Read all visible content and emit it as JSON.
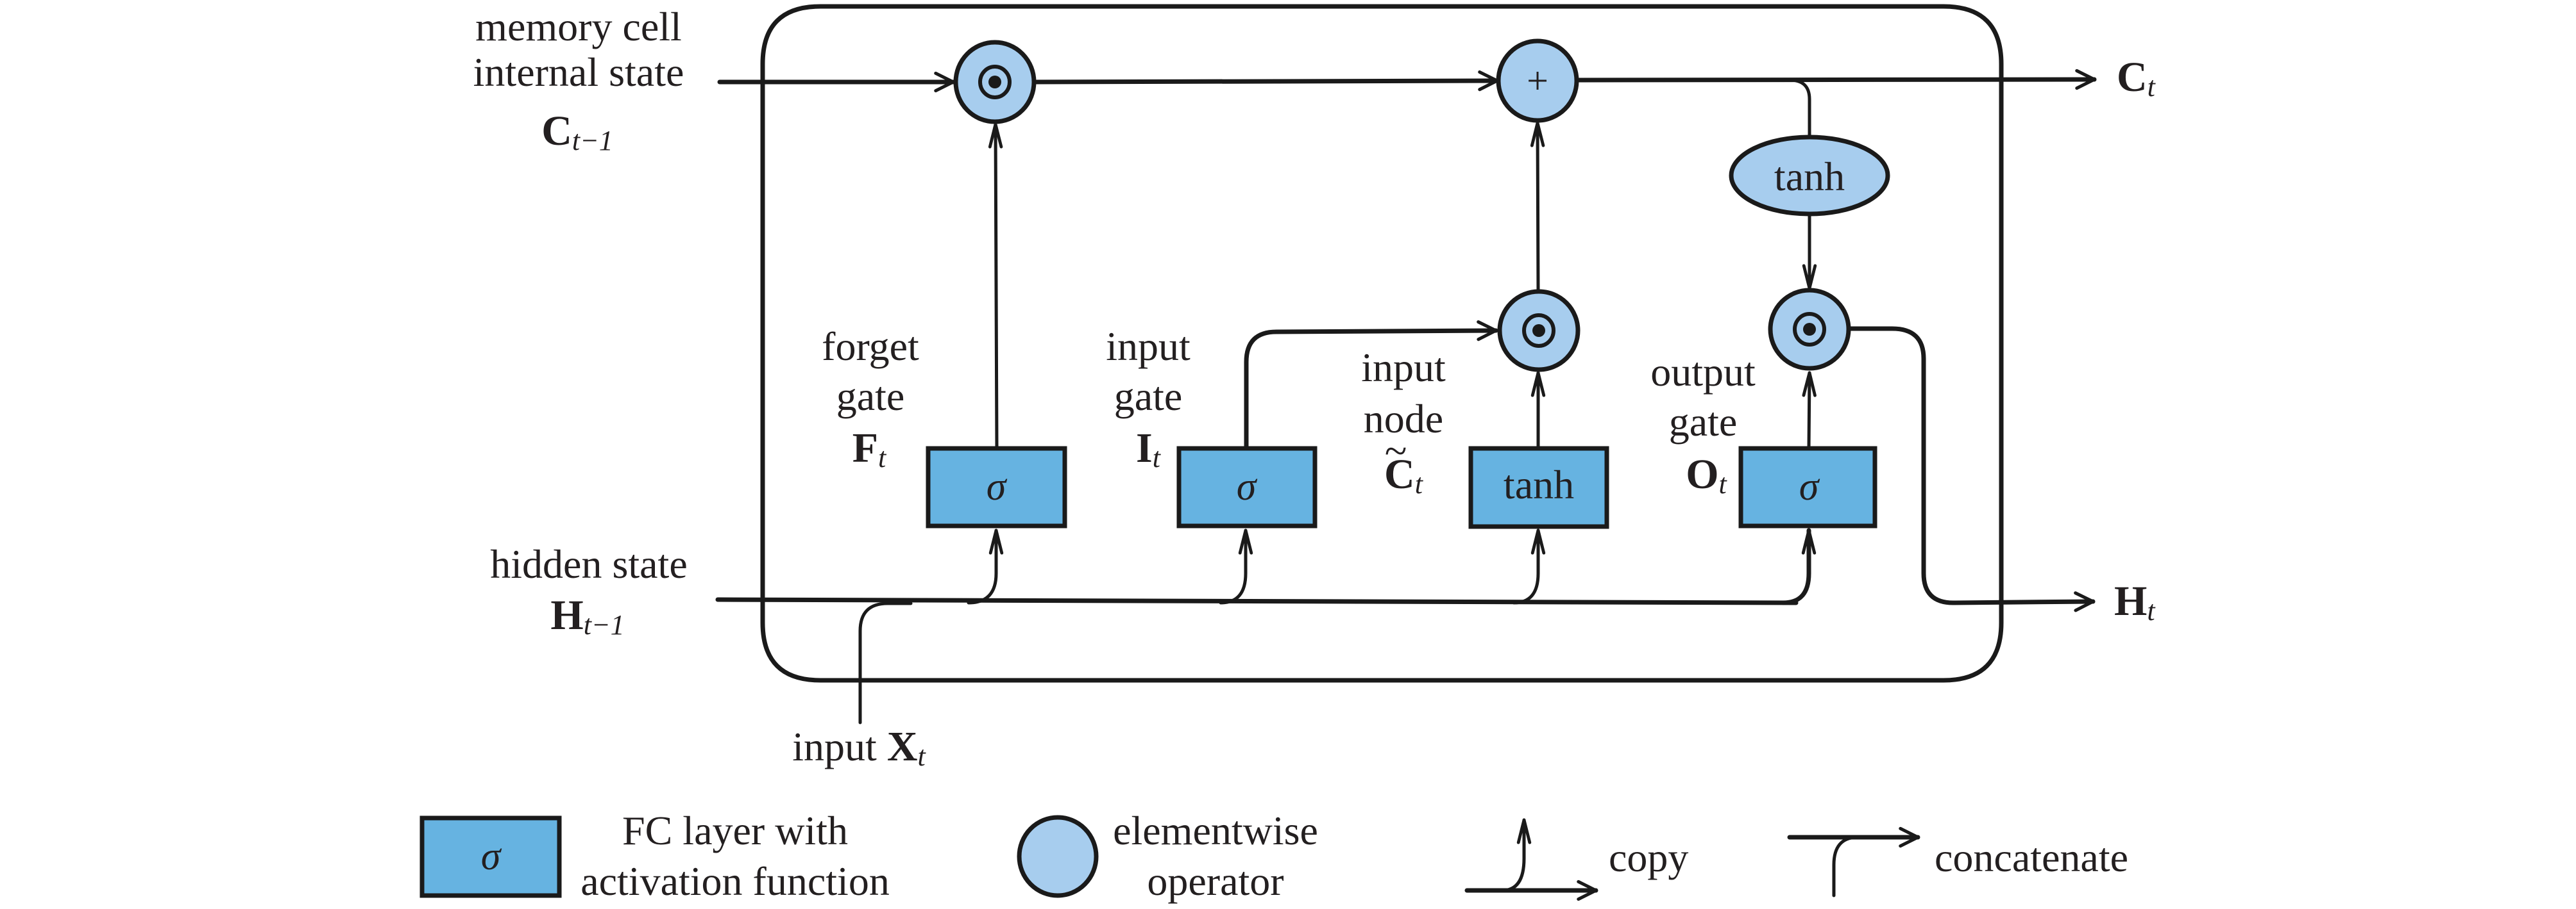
{
  "inputs": {
    "memory_cell": {
      "line1": "memory cell",
      "line2": "internal state",
      "symbol": "C",
      "subscript": "t−1"
    },
    "hidden_state": {
      "line1": "hidden state",
      "symbol": "H",
      "subscript": "t−1"
    },
    "input": {
      "word": "input",
      "symbol": "X",
      "subscript": "t"
    }
  },
  "outputs": {
    "memory_cell": {
      "symbol": "C",
      "subscript": "t"
    },
    "hidden_state": {
      "symbol": "H",
      "subscript": "t"
    }
  },
  "gates": [
    {
      "id": "forget",
      "line1": "forget",
      "line2": "gate",
      "symbol": "F",
      "subscript": "t",
      "activation": "σ"
    },
    {
      "id": "input",
      "line1": "input",
      "line2": "gate",
      "symbol": "I",
      "subscript": "t",
      "activation": "σ"
    },
    {
      "id": "input_node",
      "line1": "input",
      "line2": "node",
      "symbol": "C",
      "symbol_accent": "~",
      "subscript": "t",
      "activation": "tanh"
    },
    {
      "id": "output",
      "line1": "output",
      "line2": "gate",
      "symbol": "O",
      "subscript": "t",
      "activation": "σ"
    }
  ],
  "operators": {
    "forget_multiply": {
      "kind": "elementwise-product",
      "glyph": "⊙"
    },
    "cell_add": {
      "kind": "elementwise-sum",
      "glyph": "+"
    },
    "input_multiply": {
      "kind": "elementwise-product",
      "glyph": "⊙"
    },
    "output_multiply": {
      "kind": "elementwise-product",
      "glyph": "⊙"
    },
    "cell_tanh": {
      "kind": "elementwise-activation",
      "label": "tanh"
    }
  },
  "legend": {
    "fc_layer": {
      "symbol": "σ",
      "line1": "FC layer with",
      "line2": "activation function"
    },
    "elementwise": {
      "line1": "elementwise",
      "line2": "operator"
    },
    "copy": {
      "label": "copy"
    },
    "concatenate": {
      "label": "concatenate"
    }
  },
  "colors": {
    "fc_layer_fill": "#66b3e1",
    "operator_fill": "#a7cdee",
    "stroke": "#1a1a1a",
    "text": "#231f20"
  }
}
